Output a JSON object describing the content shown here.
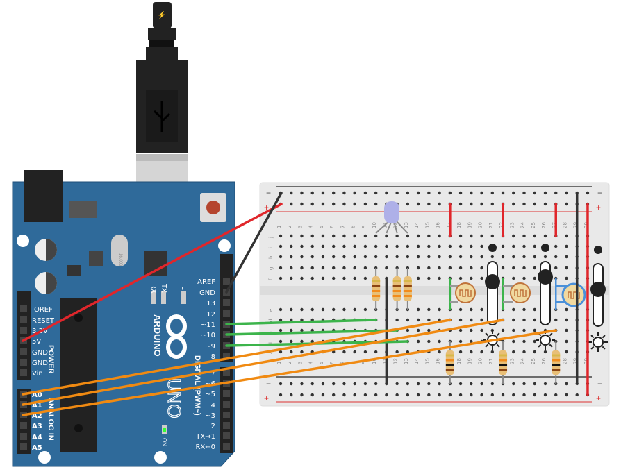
{
  "arduino": {
    "brand": "ARDUINO",
    "model": "UNO",
    "crystal": "16.000",
    "digital_title": "DIGITAL (PWM~)",
    "power_title": "POWER",
    "analog_title": "ANALOG IN",
    "on_label": "ON",
    "led_labels": [
      "RX",
      "TX",
      "L"
    ],
    "digital_pins": [
      "AREF",
      "GND",
      "13",
      "12",
      "~11",
      "~10",
      "~9",
      "8",
      "7",
      "~6",
      "~5",
      "4",
      "~3",
      "2",
      "TX→1",
      "RX←0"
    ],
    "power_pins": [
      "IOREF",
      "RESET",
      "3.3V",
      "5V",
      "GND",
      "GND",
      "Vin"
    ],
    "analog_pins": [
      "A0",
      "A1",
      "A2",
      "A3",
      "A4",
      "A5"
    ]
  },
  "breadboard": {
    "rows_top": [
      "j",
      "i",
      "h",
      "g",
      "f"
    ],
    "rows_bottom": [
      "e",
      "d",
      "c",
      "b",
      "a"
    ],
    "columns": [
      "1",
      "2",
      "3",
      "4",
      "5",
      "6",
      "7",
      "8",
      "9",
      "10",
      "11",
      "12",
      "13",
      "14",
      "15",
      "16",
      "17",
      "18",
      "19",
      "20",
      "21",
      "22",
      "23",
      "24",
      "25",
      "26",
      "27",
      "28",
      "29",
      "30"
    ],
    "rail_minus": "−",
    "rail_plus": "+"
  },
  "colors": {
    "board": "#2f6a9a",
    "wire_red": "#e0262b",
    "wire_black": "#333333",
    "wire_green": "#3cb44b",
    "wire_orange": "#f08a12",
    "selected": "#4a90d9"
  }
}
